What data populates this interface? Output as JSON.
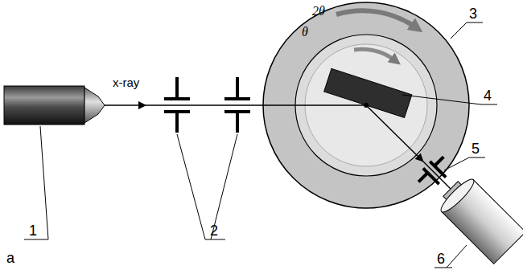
{
  "diagram": {
    "labels": [
      "x-ray",
      "2θ",
      "θ",
      "3",
      "4",
      "1",
      "2",
      "5",
      "6",
      "a"
    ]
  }
}
